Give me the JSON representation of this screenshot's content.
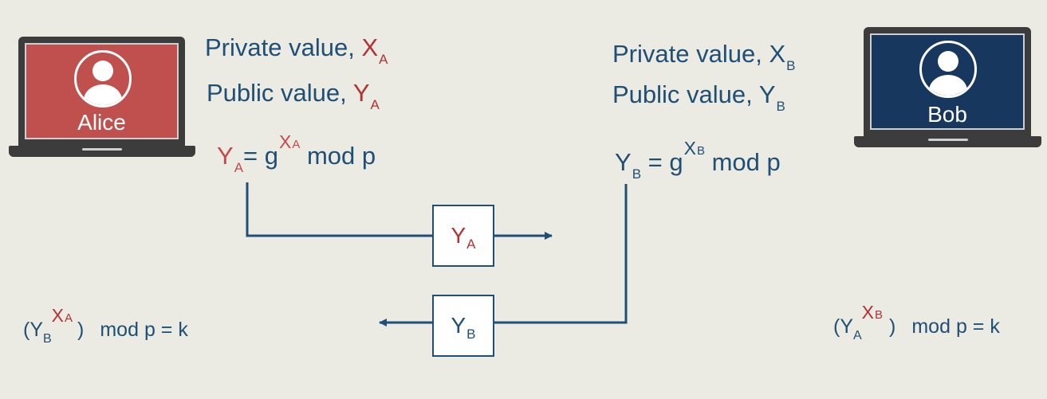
{
  "alice": {
    "name": "Alice",
    "private_label": "Private value, ",
    "private_var": "X",
    "private_sub": "A",
    "public_label": "Public value, ",
    "public_var": "Y",
    "public_sub": "A",
    "eq_lhs": "Y",
    "eq_lhs_sub": "A",
    "eq_mid": "= g",
    "eq_exp": "X",
    "eq_exp_sub": "A",
    "eq_rhs": " mod p",
    "final_open": "(Y",
    "final_base_sub": "B",
    "final_exp": "X",
    "final_exp_sub": "A",
    "final_close": ")",
    "final_rhs": "mod p = k"
  },
  "bob": {
    "name": "Bob",
    "private_label": "Private value, ",
    "private_var": "X",
    "private_sub": "B",
    "public_label": "Public value, ",
    "public_var": "Y",
    "public_sub": "B",
    "eq_lhs": "Y",
    "eq_lhs_sub": "B",
    "eq_mid": " = g",
    "eq_exp": "X",
    "eq_exp_sub": "B",
    "eq_rhs": " mod p",
    "final_open": "(Y",
    "final_base_sub": "A",
    "final_exp": "X",
    "final_exp_sub": "B",
    "final_close": ")",
    "final_rhs": "mod p = k"
  },
  "exchange": {
    "to_bob": {
      "var": "Y",
      "sub": "A"
    },
    "to_alice": {
      "var": "Y",
      "sub": "B"
    }
  },
  "colors": {
    "background": "#ebebe3",
    "navy": "#1f4f74",
    "alice_red": "#b33232",
    "alice_screen": "#c0504d",
    "bob_screen": "#17375e",
    "laptop_body": "#3c3c3c"
  },
  "icons": {
    "alice_avatar": "user-avatar-icon",
    "bob_avatar": "user-avatar-icon",
    "arrow_right": "arrow-right-icon",
    "arrow_left": "arrow-left-icon"
  }
}
